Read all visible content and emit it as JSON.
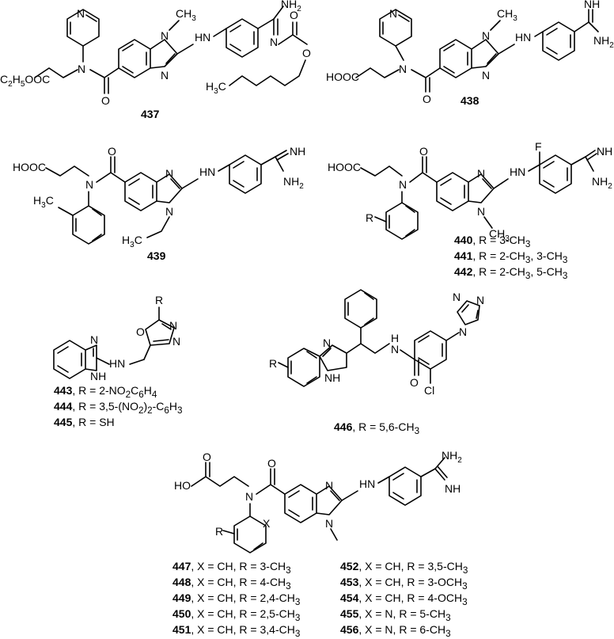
{
  "compounds": {
    "c437": {
      "id": "437"
    },
    "c438": {
      "id": "438"
    },
    "c439": {
      "id": "439"
    },
    "c440": {
      "id": "440",
      "r": ", R = 3-CH",
      "r_sub": "3"
    },
    "c441": {
      "id": "441",
      "r": ", R = 2-CH",
      "r_sub": "3",
      "r2": ", 3-CH",
      "r2_sub": "3"
    },
    "c442": {
      "id": "442",
      "r": ", R = 2-CH",
      "r_sub": "3",
      "r2": ", 5-CH",
      "r2_sub": "3"
    },
    "c443": {
      "id": "443",
      "r": ", R = 2-NO",
      "r_sub": "2",
      "r_mid": "C",
      "r_sub2": "6",
      "r_mid2": "H",
      "r_sub3": "4"
    },
    "c444": {
      "id": "444",
      "r": ", R = 3,5-(NO",
      "r_sub": "2",
      "r_mid": ")",
      "r_sub2": "2",
      "r_mid2": "-C",
      "r_sub3": "6",
      "r_mid3": "H",
      "r_sub4": "3"
    },
    "c445": {
      "id": "445",
      "r": ", R = SH"
    },
    "c446": {
      "id": "446",
      "r": ", R = 5,6-CH",
      "r_sub": "3"
    },
    "c447": {
      "id": "447",
      "r": ", X = CH, R = 3-CH",
      "r_sub": "3"
    },
    "c448": {
      "id": "448",
      "r": ", X = CH, R = 4-CH",
      "r_sub": "3"
    },
    "c449": {
      "id": "449",
      "r": ", X = CH, R = 2,4-CH",
      "r_sub": "3"
    },
    "c450": {
      "id": "450",
      "r": ", X = CH, R = 2,5-CH",
      "r_sub": "3"
    },
    "c451": {
      "id": "451",
      "r": ", X = CH, R = 3,4-CH",
      "r_sub": "3"
    },
    "c452": {
      "id": "452",
      "r": ", X = CH, R = 3,5-CH",
      "r_sub": "3"
    },
    "c453": {
      "id": "453",
      "r": ", X = CH, R = 3-OCH",
      "r_sub": "3"
    },
    "c454": {
      "id": "454",
      "r": ", X = CH, R = 4-OCH",
      "r_sub": "3"
    },
    "c455": {
      "id": "455",
      "r": ", X = N, R = 5-CH",
      "r_sub": "3"
    },
    "c456": {
      "id": "456",
      "r": ", X = N, R = 6-CH",
      "r_sub": "3"
    }
  },
  "atoms": {
    "n": "N",
    "nh": "NH",
    "hn": "HN",
    "h": "H",
    "o": "O",
    "f": "F",
    "cl": "Cl",
    "r": "R",
    "x": "X",
    "nh2": "NH",
    "nh2_sub": "2",
    "methyl": "CH",
    "methyl_sub": "3",
    "h3c": "H",
    "h3c_sub": "3",
    "h3c_tail": "C",
    "hooc": "HOOC",
    "ho": "HO",
    "ester_c": "C",
    "ester_sub1": "2",
    "ester_h": "H",
    "ester_sub2": "5",
    "ester_tail": "OOC"
  }
}
